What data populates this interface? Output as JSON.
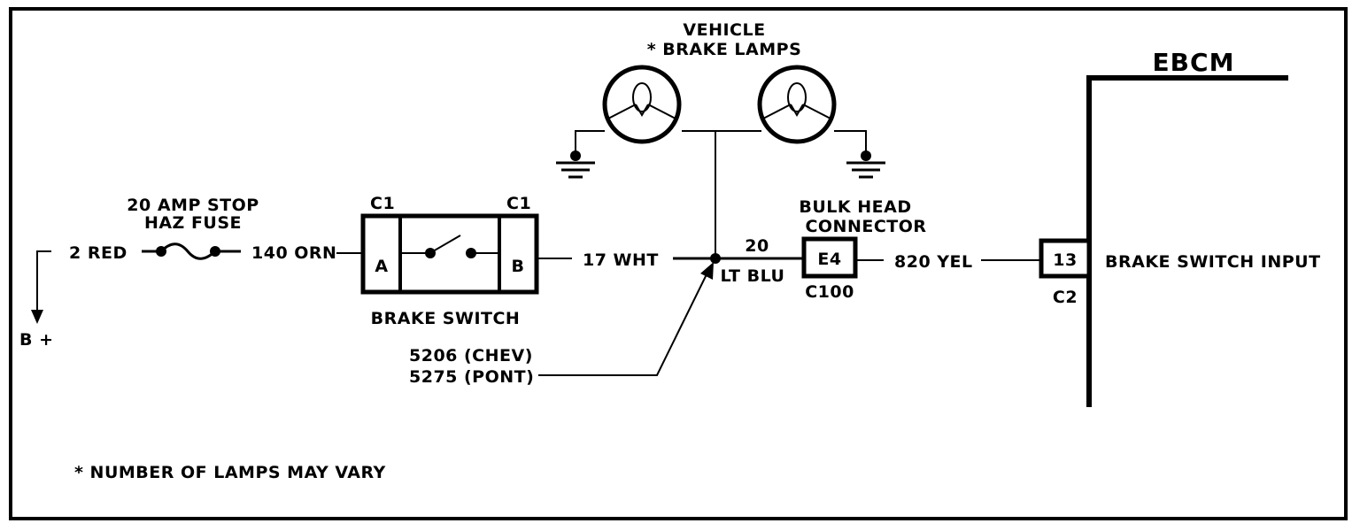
{
  "labels": {
    "vehicle": "VEHICLE",
    "brake_lamps": "* BRAKE LAMPS",
    "ebcm": "EBCM",
    "fuse_line1": "20 AMP STOP",
    "fuse_line2": "HAZ FUSE",
    "c1_left": "C1",
    "c1_right": "C1",
    "bulkhead_line1": "BULK HEAD",
    "bulkhead_line2": "CONNECTOR",
    "wire_2_red": "2 RED",
    "wire_140_orn": "140 ORN",
    "pin_a": "A",
    "pin_b": "B",
    "wire_17_wht": "17 WHT",
    "wire_20": "20",
    "wire_lt_blu": "LT BLU",
    "pin_e4": "E4",
    "wire_820_yel": "820 YEL",
    "pin_13": "13",
    "brake_switch_input": "BRAKE SWITCH INPUT",
    "brake_switch": "BRAKE SWITCH",
    "c100": "C100",
    "c2": "C2",
    "b_plus": "B +",
    "splice_chev": "5206 (CHEV)",
    "splice_pont": "5275 (PONT)",
    "footnote": "* NUMBER OF LAMPS MAY VARY"
  }
}
